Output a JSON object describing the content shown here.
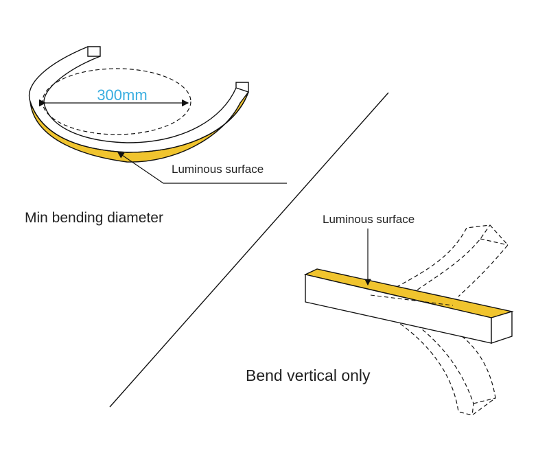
{
  "left_panel": {
    "diameter_label": "300mm",
    "luminous_label": "Luminous surface",
    "caption": "Min bending diameter"
  },
  "right_panel": {
    "luminous_label": "Luminous surface",
    "caption": "Bend vertical only"
  },
  "colors": {
    "luminous_fill": "#f0c42e",
    "dimension_text": "#3aaee0",
    "stroke": "#111111"
  }
}
